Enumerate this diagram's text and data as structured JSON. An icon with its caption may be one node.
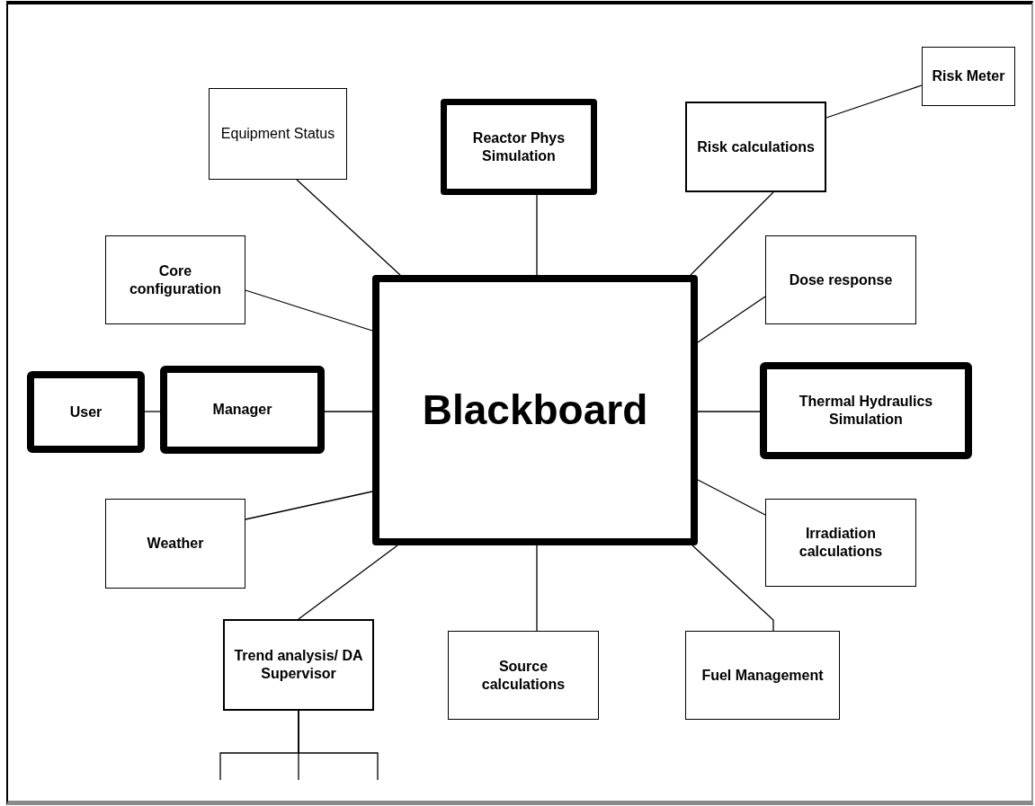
{
  "diagram": {
    "nodes": [
      {
        "text": [
          "Blackboard"
        ]
      },
      {
        "text": [
          "Equipment Status"
        ]
      },
      {
        "text": [
          "Reactor Phys Simulation"
        ]
      },
      {
        "text": [
          "Risk calculations"
        ]
      },
      {
        "text": [
          "Risk Meter"
        ]
      },
      {
        "text": [
          "Core configuration"
        ]
      },
      {
        "text": [
          "Dose response"
        ]
      },
      {
        "text": [
          "User"
        ]
      },
      {
        "text": [
          "Manager"
        ]
      },
      {
        "text": [
          "Thermal Hydraulics Simulation"
        ]
      },
      {
        "text": [
          "Weather"
        ]
      },
      {
        "text": [
          "Irradiation calculations"
        ]
      },
      {
        "text": [
          "Trend analysis/ DA Supervisor"
        ]
      },
      {
        "text": [
          "Source calculations"
        ]
      },
      {
        "text": [
          "Fuel Management"
        ]
      }
    ],
    "edges": [
      {
        "from": 1,
        "to": 0,
        "arrow": "none"
      },
      {
        "from": 2,
        "to": 0,
        "arrow": "none"
      },
      {
        "from": 3,
        "to": 0,
        "arrow": "none"
      },
      {
        "from": 4,
        "to": 3,
        "arrow": "none"
      },
      {
        "from": 5,
        "to": 0,
        "arrow": "none"
      },
      {
        "from": 6,
        "to": 0,
        "arrow": "none"
      },
      {
        "from": 7,
        "to": 8,
        "arrow": "none"
      },
      {
        "from": 8,
        "to": 0,
        "arrow": "none"
      },
      {
        "from": 9,
        "to": 0,
        "arrow": "none"
      },
      {
        "from": 10,
        "to": 0,
        "arrow": "none"
      },
      {
        "from": 11,
        "to": 0,
        "arrow": "none"
      },
      {
        "from": 12,
        "to": 0,
        "arrow": "none"
      },
      {
        "from": 13,
        "to": 0,
        "arrow": "none"
      },
      {
        "from": 14,
        "to": 0,
        "arrow": "none"
      },
      {
        "from": 12,
        "to": null,
        "arrow": "none"
      },
      {
        "from": 12,
        "to": null,
        "arrow": "none"
      },
      {
        "from": 12,
        "to": null,
        "arrow": "none"
      }
    ]
  }
}
